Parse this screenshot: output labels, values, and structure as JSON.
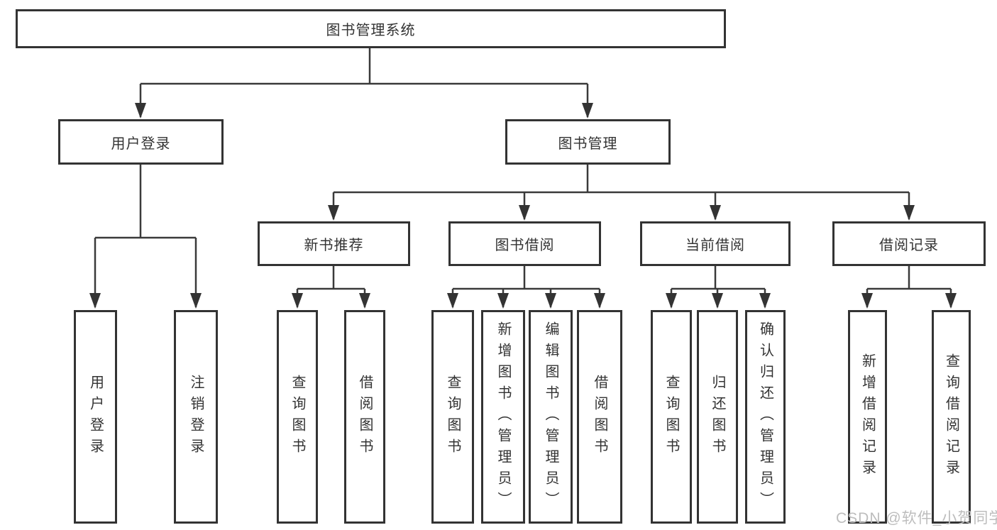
{
  "colors": {
    "line": "#3a3a3a",
    "box_border": "#333333",
    "text": "#333333",
    "background": "#ffffff",
    "watermark_text": "#bdbdbd"
  },
  "watermark": {
    "text": "CSDN @软件_小贺同学"
  },
  "tree": {
    "root": {
      "label": "图书管理系统"
    },
    "branches": [
      {
        "label": "用户登录",
        "children": [
          {
            "label": "用户登录"
          },
          {
            "label": "注销登录"
          }
        ]
      },
      {
        "label": "图书管理",
        "sections": [
          {
            "label": "新书推荐",
            "children": [
              {
                "label": "查询图书"
              },
              {
                "label": "借阅图书"
              }
            ]
          },
          {
            "label": "图书借阅",
            "children": [
              {
                "label": "查询图书"
              },
              {
                "label": "新增图书（管理员）"
              },
              {
                "label": "编辑图书（管理员）"
              },
              {
                "label": "借阅图书"
              }
            ]
          },
          {
            "label": "当前借阅",
            "children": [
              {
                "label": "查询图书"
              },
              {
                "label": "归还图书"
              },
              {
                "label": "确认归还（管理员）"
              }
            ]
          },
          {
            "label": "借阅记录",
            "children": [
              {
                "label": "新增借阅记录"
              },
              {
                "label": "查询借阅记录"
              }
            ]
          }
        ]
      }
    ]
  }
}
